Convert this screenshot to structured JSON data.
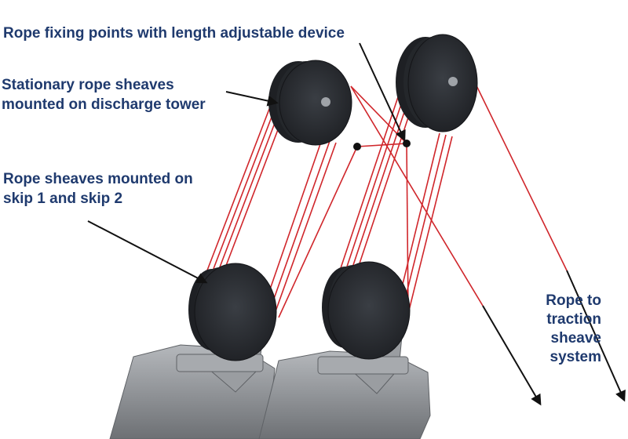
{
  "labels": {
    "fixing": "Rope fixing points with length adjustable device",
    "stationary": [
      "Stationary rope sheaves",
      "mounted on discharge tower"
    ],
    "skip": [
      "Rope sheaves mounted on",
      "skip 1 and skip 2"
    ],
    "traction": [
      "Rope to",
      "traction",
      "sheave",
      "system"
    ]
  },
  "colors": {
    "label_text": "#1f3a6e",
    "rope": "#d0262b",
    "sheave": "#2b2e33",
    "frame": "#8a8d91",
    "arrow": "#111111"
  }
}
